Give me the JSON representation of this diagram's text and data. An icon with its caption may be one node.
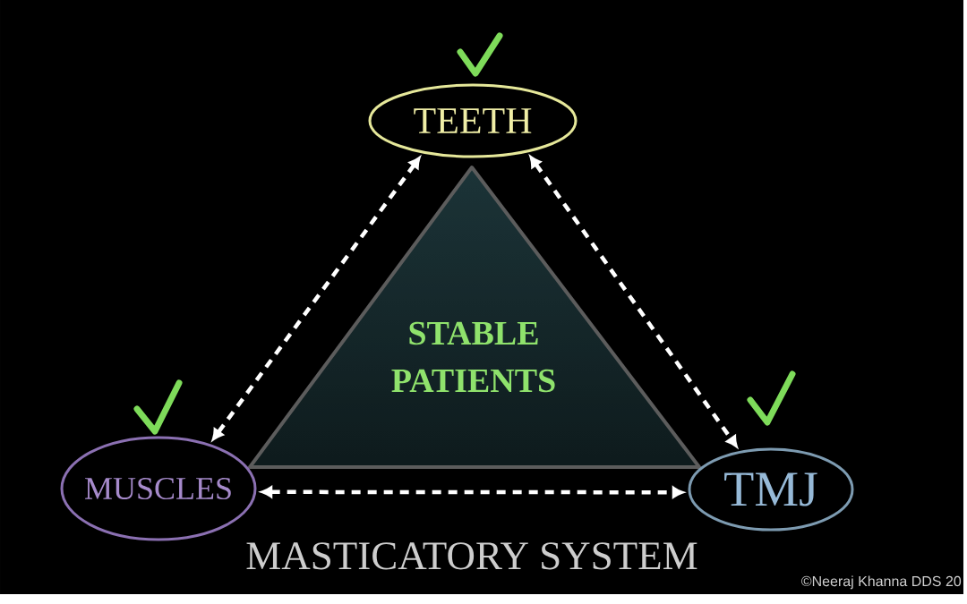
{
  "diagram": {
    "caption": "MASTICATORY SYSTEM",
    "nodes": [
      {
        "text": [
          "TEETH"
        ]
      },
      {
        "text": [
          "STABLE PATIENTS"
        ]
      },
      {
        "text": [
          "MUSCLES"
        ]
      },
      {
        "text": [
          "TMJ"
        ]
      }
    ],
    "edges": [
      {
        "from": 2,
        "to": 0,
        "arrow": "both",
        "style": "dashed"
      },
      {
        "from": 0,
        "to": 3,
        "arrow": "both",
        "style": "dashed"
      },
      {
        "from": 2,
        "to": 3,
        "arrow": "both",
        "style": "dashed"
      }
    ],
    "labels": [
      "©Neeraj Khanna DDS 20"
    ]
  }
}
